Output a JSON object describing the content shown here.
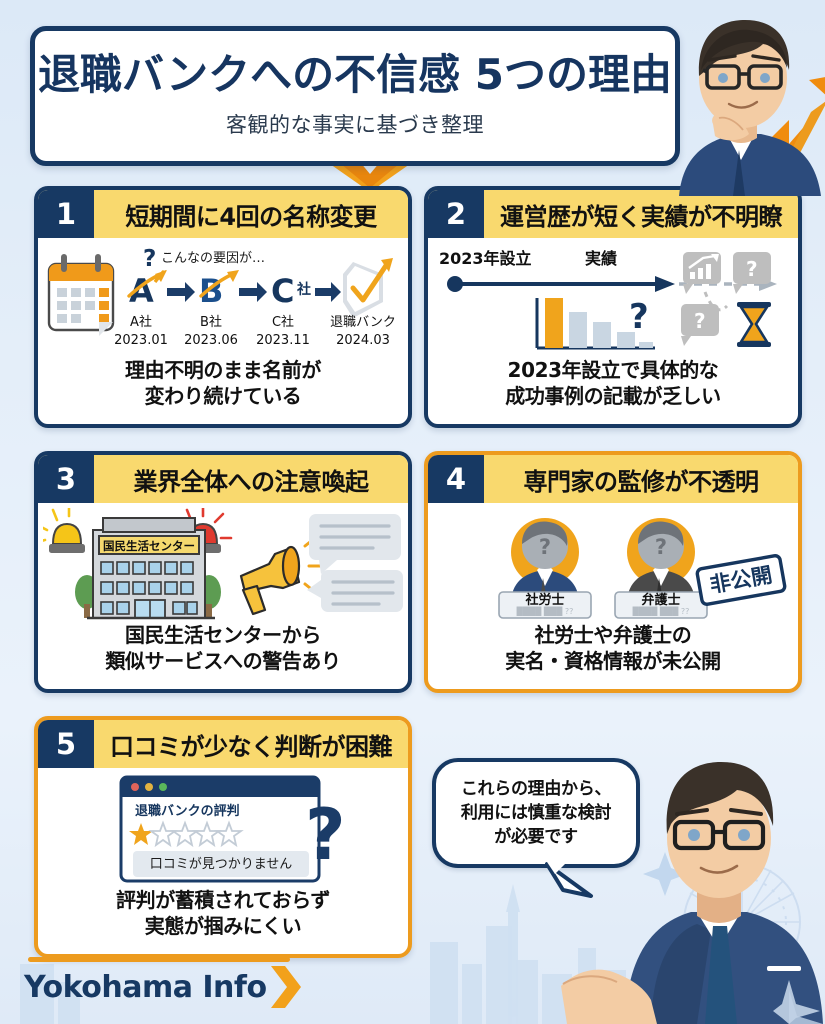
{
  "header": {
    "title": "退職バンクへの不信感 5つの理由",
    "subtitle": "客観的な事実に基づき整理"
  },
  "cards": [
    {
      "number": "1",
      "title": "短期間に4回の名称変更",
      "caption_line1": "理由不明のまま名前が",
      "caption_line2": "変わり続けている",
      "border": "navy",
      "illustration": {
        "type": "name-change-timeline",
        "annotation": "こんなの要因が…",
        "steps": [
          {
            "mark": "A",
            "label": "A社",
            "date": "2023.01"
          },
          {
            "mark": "B",
            "label": "B社",
            "date": "2023.06"
          },
          {
            "mark": "C社",
            "label": "C社",
            "date": "2023.11"
          },
          {
            "mark": "✓",
            "label": "退職バンク",
            "date": "2024.03"
          }
        ]
      }
    },
    {
      "number": "2",
      "title": "運営歴が短く実績が不明瞭",
      "caption_line1": "2023年設立で具体的な",
      "caption_line2": "成功事例の記載が乏しい",
      "border": "navy",
      "illustration": {
        "type": "timeline-bars",
        "start_label": "2023年設立",
        "axis_label": "実績",
        "bar_values": [
          100,
          62,
          48,
          30,
          10
        ],
        "question_marks": [
          "?",
          "?",
          "?"
        ]
      }
    },
    {
      "number": "3",
      "title": "業界全体への注意喚起",
      "caption_line1": "国民生活センターから",
      "caption_line2": "類似サービスへの警告あり",
      "border": "navy",
      "illustration": {
        "type": "agency-building",
        "sign_text": "国民生活センター",
        "siren_colors": [
          "#F5C518",
          "#E03A2F"
        ]
      }
    },
    {
      "number": "4",
      "title": "専門家の監修が不透明",
      "caption_line1": "社労士や弁護士の",
      "caption_line2": "実名・資格情報が未公開",
      "border": "orange",
      "illustration": {
        "type": "anonymous-experts",
        "experts": [
          {
            "label": "社労士",
            "redacted": "████ ███ ??"
          },
          {
            "label": "弁護士",
            "redacted": "████ ███ ??"
          }
        ],
        "stamp": "非公開"
      }
    },
    {
      "number": "5",
      "title": "口コミが少なく判断が困難",
      "caption_line1": "評判が蓄積されておらず",
      "caption_line2": "実態が掴みにくい",
      "border": "orange",
      "illustration": {
        "type": "review-window",
        "window_title": "退職バンクの評判",
        "stars_filled": 1,
        "stars_total": 5,
        "empty_message": "口コミが見つかりません",
        "overlay": "?"
      }
    }
  ],
  "speech_bubble": {
    "line1": "これらの理由から、",
    "line2": "利用には慎重な検討",
    "line3": "が必要です"
  },
  "footer": {
    "brand": "Yokohama Info"
  },
  "colors": {
    "navy": "#173963",
    "yellow_header": "#F9D96E",
    "orange": "#ED9B1E",
    "bg_top": "#dce9f7",
    "card_white": "#FFFFFF"
  }
}
